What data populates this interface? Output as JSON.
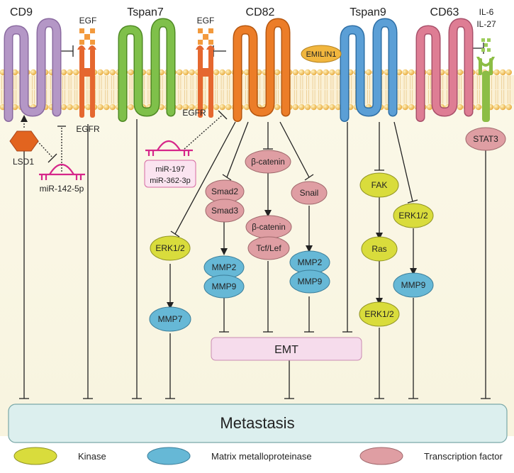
{
  "tetraspanins": {
    "cd9": "CD9",
    "tspan7": "Tspan7",
    "cd82": "CD82",
    "tspan9": "Tspan9",
    "cd63": "CD63"
  },
  "ligands": {
    "egf_left": "EGF",
    "egf_center": "EGF",
    "il6": "IL-6",
    "il27": "IL-27"
  },
  "receptors": {
    "egfr_left": "EGFR",
    "egfr_center": "EGFR"
  },
  "regulators": {
    "emilin1": "EMILIN1",
    "lsd1": "LSD1",
    "mir_142": "miR-142-5p",
    "mir_197": "miR-197",
    "mir_362": "miR-362-3p"
  },
  "nodes": {
    "stat3": "STAT3",
    "beta_catenin_top": "β-catenin",
    "beta_catenin_bottom": "β-catenin",
    "tcf_lef": "Tcf/Lef",
    "smad2": "Smad2",
    "smad3": "Smad3",
    "snail": "Snail",
    "fak": "FAK",
    "ras": "Ras",
    "erk_cd82": "ERK1/2",
    "erk_tspan9_mid": "ERK1/2",
    "erk_tspan9_low": "ERK1/2",
    "mmp7": "MMP7",
    "mmp2_smad": "MMP2",
    "mmp9_smad": "MMP9",
    "mmp2_snail": "MMP2",
    "mmp9_snail": "MMP9",
    "mmp9_erk": "MMP9",
    "emt": "EMT",
    "metastasis": "Metastasis"
  },
  "legend": {
    "kinase": "Kinase",
    "mmp": "Matrix metalloproteinase",
    "tf": "Transcription factor"
  },
  "colors": {
    "kinase": "#d9dc3c",
    "mmp": "#66b8d6",
    "tf": "#df9ea3",
    "cd9": "#b497c6",
    "tspan7": "#7fc04a",
    "cd82": "#ec7d28",
    "tspan9": "#5b9fd6",
    "cd63": "#de7d94",
    "egfr": "#e5672f",
    "stat3_receptor": "#8cbd45",
    "emt_fill": "#f6dcec",
    "metastasis_fill": "#dcefee",
    "mirna": "#d6268a",
    "lsd1": "#e2641f",
    "emilin1": "#f1b63e"
  }
}
